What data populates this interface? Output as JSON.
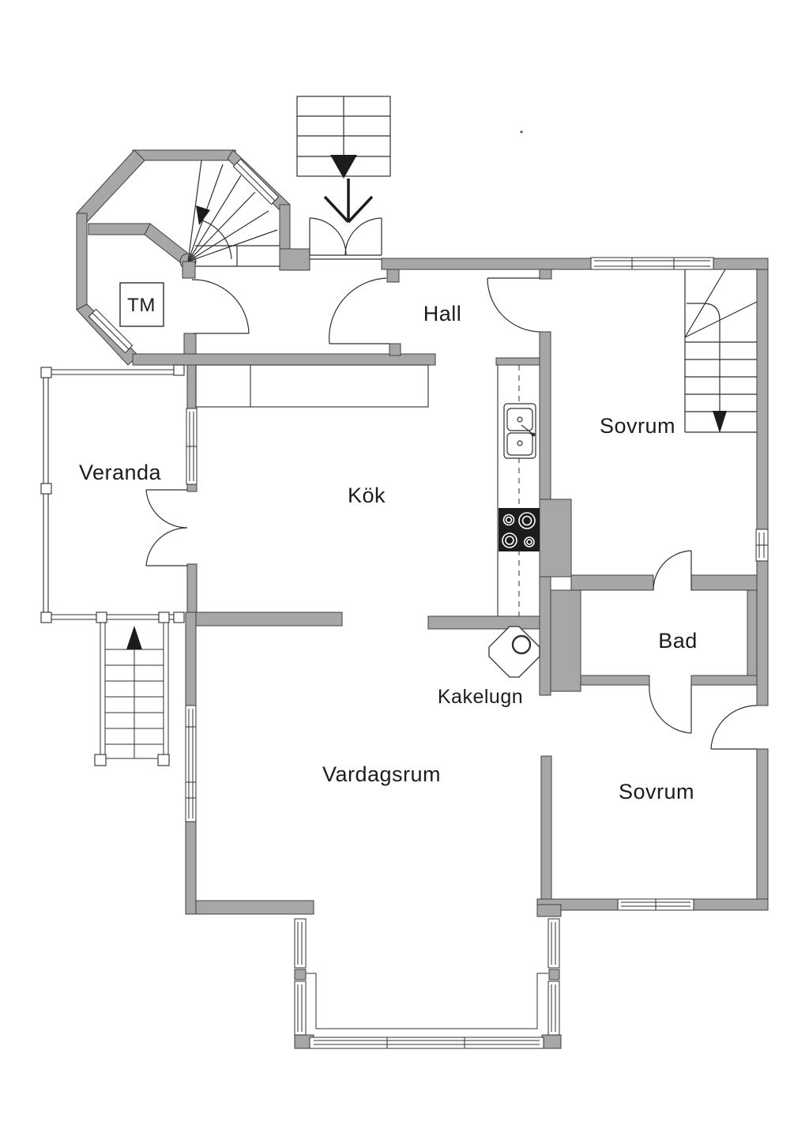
{
  "floorplan": {
    "rooms": {
      "hall": "Hall",
      "sovrum_upper": "Sovrum",
      "sovrum_lower": "Sovrum",
      "kok": "Kök",
      "bad": "Bad",
      "veranda": "Veranda",
      "vardagsrum": "Vardagsrum",
      "kakelugn": "Kakelugn",
      "tm": "TM"
    },
    "colors": {
      "wall_fill": "#a7a7a7",
      "wall_outline": "#3f3f3f",
      "line": "#2f2f2f",
      "text": "#1c1c1c",
      "stove_fill": "#1c1c1c",
      "background": "#ffffff"
    }
  }
}
